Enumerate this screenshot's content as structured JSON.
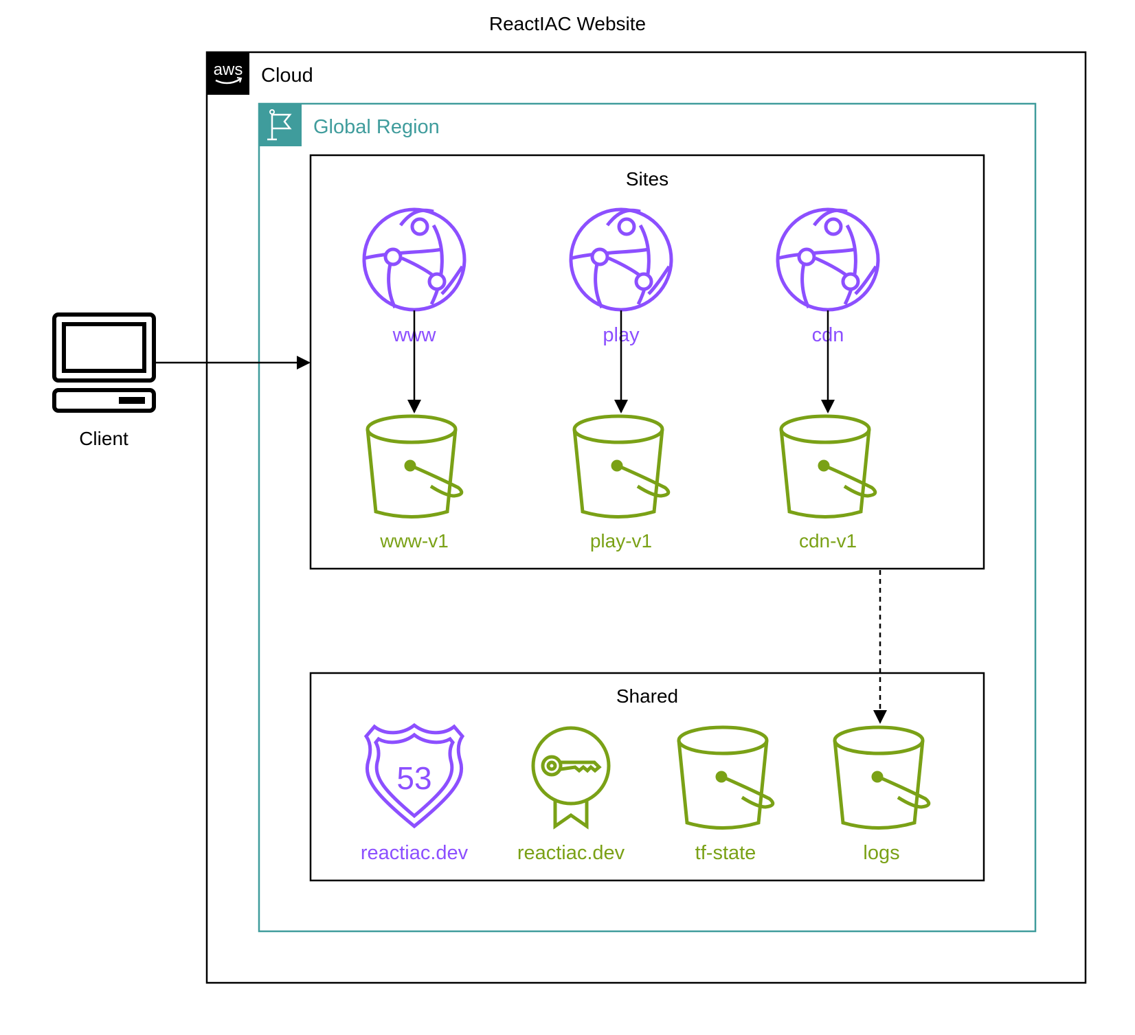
{
  "diagram": {
    "title": "ReactIAC Website",
    "client": {
      "label": "Client",
      "icon": "client-computer-icon"
    },
    "cloud": {
      "label": "Cloud",
      "icon": "aws-logo-icon",
      "logo_text": "aws"
    },
    "region": {
      "label": "Global Region",
      "icon": "region-flag-icon"
    },
    "sites": {
      "label": "Sites",
      "distributions": [
        {
          "label": "www",
          "icon": "cloudfront-icon"
        },
        {
          "label": "play",
          "icon": "cloudfront-icon"
        },
        {
          "label": "cdn",
          "icon": "cloudfront-icon"
        }
      ],
      "buckets": [
        {
          "label": "www-v1",
          "icon": "s3-bucket-icon"
        },
        {
          "label": "play-v1",
          "icon": "s3-bucket-icon"
        },
        {
          "label": "cdn-v1",
          "icon": "s3-bucket-icon"
        }
      ]
    },
    "shared": {
      "label": "Shared",
      "items": [
        {
          "label": "reactiac.dev",
          "icon": "route53-icon",
          "shield_text": "53"
        },
        {
          "label": "reactiac.dev",
          "icon": "certificate-manager-icon"
        },
        {
          "label": "tf-state",
          "icon": "s3-bucket-icon"
        },
        {
          "label": "logs",
          "icon": "s3-bucket-icon"
        }
      ]
    },
    "colors": {
      "cloudfront": "#8C4FFF",
      "s3": "#7AA116",
      "region": "#3F9C9C",
      "line": "#000000"
    }
  }
}
